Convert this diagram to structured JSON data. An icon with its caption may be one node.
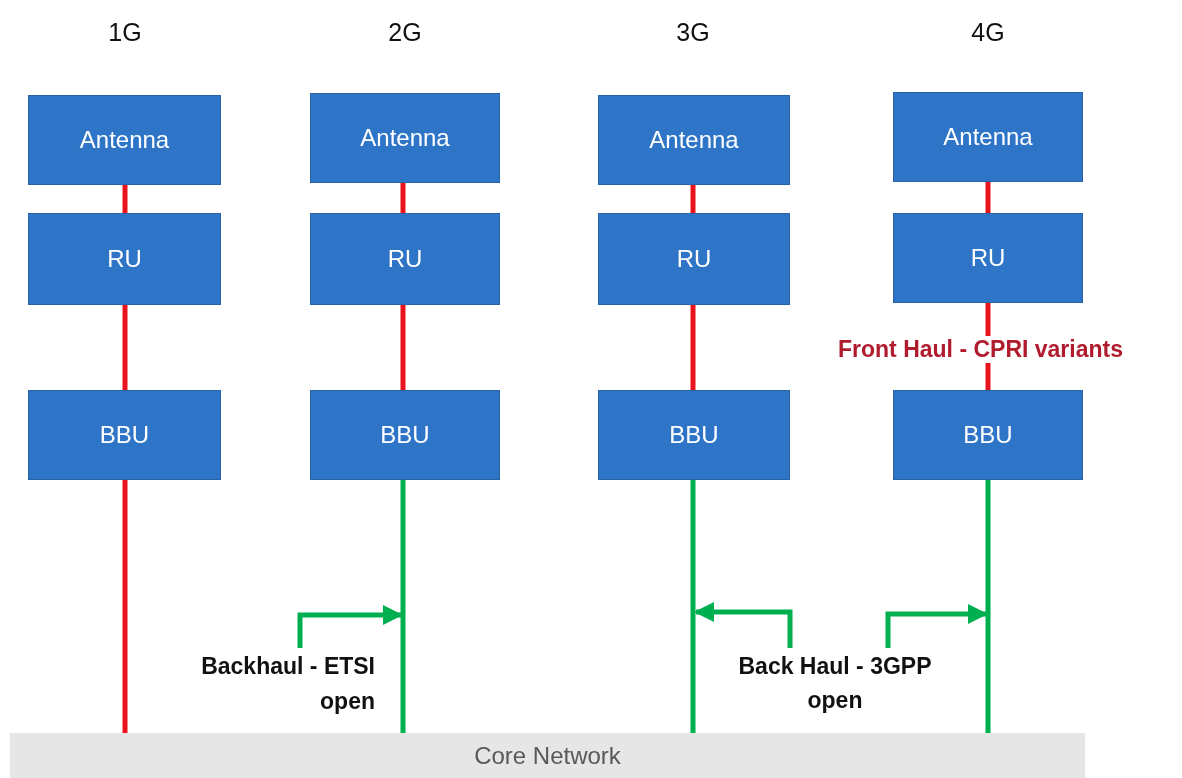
{
  "diagram": {
    "nodes": [
      {
        "text": [
          "Antenna"
        ]
      },
      {
        "text": [
          "RU"
        ]
      },
      {
        "text": [
          "BBU"
        ]
      },
      {
        "text": [
          "Antenna"
        ]
      },
      {
        "text": [
          "RU"
        ]
      },
      {
        "text": [
          "BBU"
        ]
      },
      {
        "text": [
          "Antenna"
        ]
      },
      {
        "text": [
          "RU"
        ]
      },
      {
        "text": [
          "BBU"
        ]
      },
      {
        "text": [
          "Antenna"
        ]
      },
      {
        "text": [
          "RU"
        ]
      },
      {
        "text": [
          "BBU"
        ]
      },
      {
        "text": [
          "Core Network"
        ]
      },
      {
        "text": [
          "Backhaul - ETSI open"
        ]
      },
      {
        "text": [
          "Back Haul - 3GPP open"
        ]
      }
    ],
    "edges": [
      {
        "from": 0,
        "to": 1,
        "arrow": "none"
      },
      {
        "from": 1,
        "to": 2,
        "arrow": "none"
      },
      {
        "from": 2,
        "to": 12,
        "arrow": "none"
      },
      {
        "from": 3,
        "to": 4,
        "arrow": "none"
      },
      {
        "from": 4,
        "to": 5,
        "arrow": "none"
      },
      {
        "from": 5,
        "to": 12,
        "arrow": "none",
        "color": "#00b050"
      },
      {
        "from": 6,
        "to": 7,
        "arrow": "none"
      },
      {
        "from": 7,
        "to": 8,
        "arrow": "none"
      },
      {
        "from": 8,
        "to": 12,
        "arrow": "none",
        "color": "#00b050"
      },
      {
        "from": 9,
        "to": 10,
        "arrow": "none"
      },
      {
        "from": 10,
        "to": 11,
        "arrow": "none",
        "label": "Front Haul - CPRI variants"
      },
      {
        "from": 11,
        "to": 12,
        "arrow": "none",
        "color": "#00b050"
      },
      {
        "from": 13,
        "to": null,
        "arrow": "to",
        "color": "#00b050"
      },
      {
        "from": 14,
        "to": null,
        "arrow": "to",
        "color": "#00b050"
      },
      {
        "from": 14,
        "to": null,
        "arrow": "to",
        "color": "#00b050"
      }
    ],
    "labels": [
      "1G",
      "2G",
      "3G",
      "4G"
    ]
  }
}
